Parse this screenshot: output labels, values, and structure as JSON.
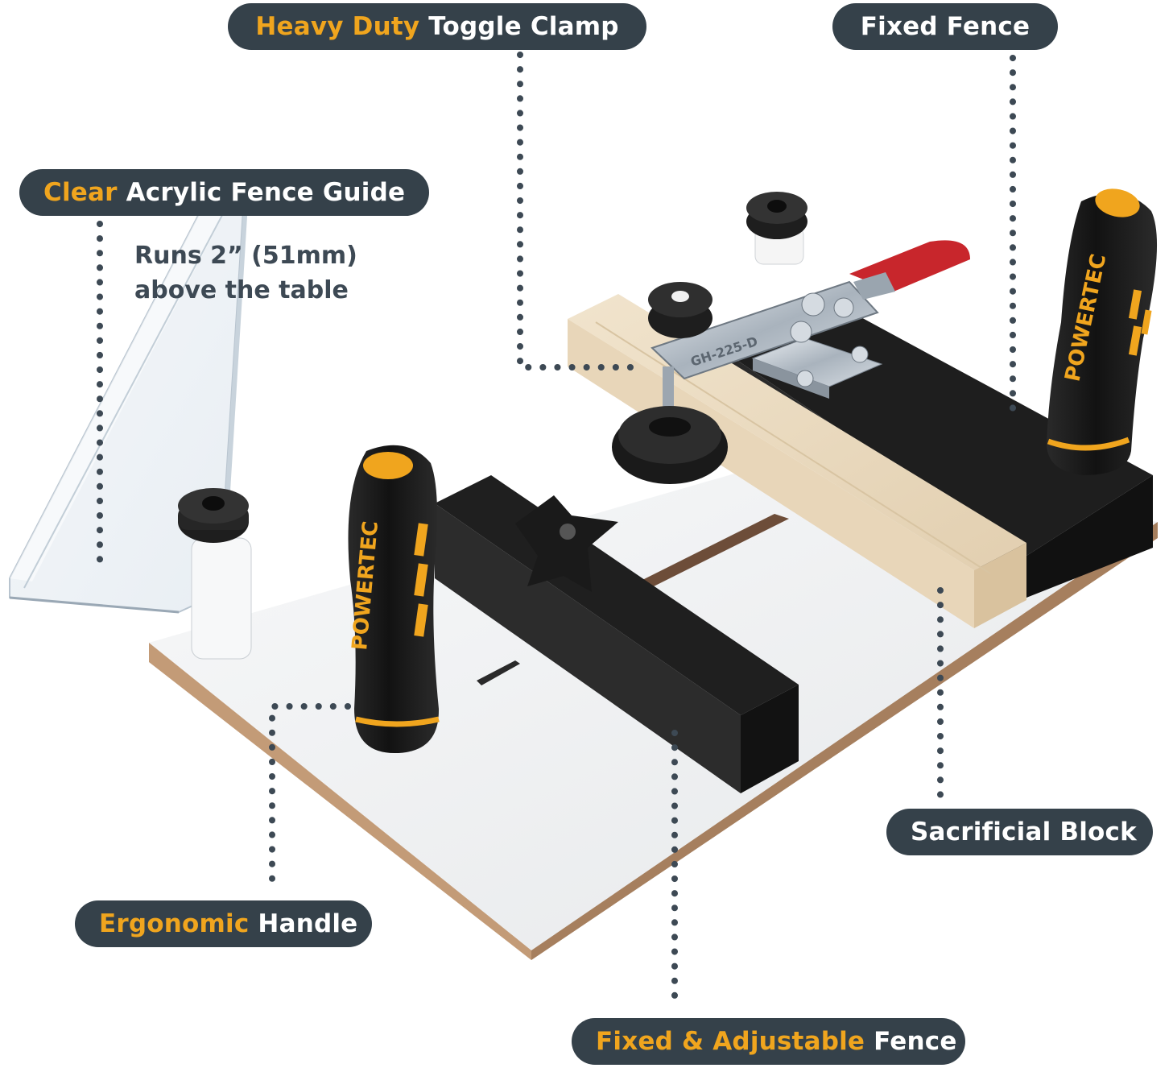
{
  "callouts": {
    "toggle_clamp": {
      "highlight": "Heavy Duty",
      "rest": " Toggle Clamp"
    },
    "fixed_fence": {
      "highlight": "",
      "rest": "Fixed Fence"
    },
    "acrylic_guide": {
      "highlight": "Clear",
      "rest": " Acrylic Fence Guide"
    },
    "sacrificial_block": {
      "highlight": "",
      "rest": "Sacrificial Block"
    },
    "ergonomic_handle": {
      "highlight": "Ergonomic",
      "rest": " Handle"
    },
    "adjustable_fence": {
      "highlight": "Fixed & Adjustable",
      "rest": " Fence"
    }
  },
  "note": {
    "line1": "Runs 2” (51mm)",
    "line2": "above the table"
  },
  "product": {
    "brand": "POWERTEC",
    "clamp_model": "GH-225-D"
  },
  "colors": {
    "callout_bg": "#35414a",
    "highlight": "#f0a51e",
    "dots": "#3d4954",
    "handle_black": "#1c1c1c",
    "handle_orange": "#f0a51e",
    "clamp_red": "#c8262c",
    "wood": "#ecdcc2",
    "base_white": "#f2f3f4",
    "base_edge": "#b58c6a"
  }
}
